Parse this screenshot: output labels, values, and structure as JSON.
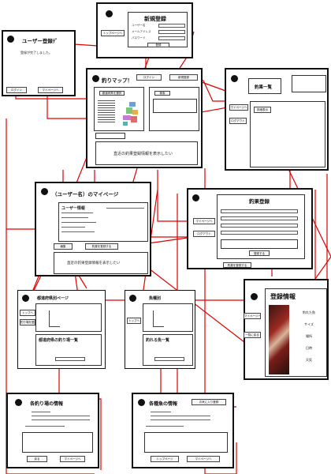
{
  "colors": {
    "wire": "#e00000",
    "frame": "#111111"
  },
  "register": {
    "title": "新規登録",
    "side_button": "トップページへ",
    "fields": [
      "ユーザー名",
      "メールアドレス",
      "パスワード"
    ],
    "submit": "登録"
  },
  "login": {
    "title": "ユーザー登録ﾃﾞ",
    "message": "登録が完了しました。",
    "btn_left": "ログイン",
    "btn_right": "マイページへ"
  },
  "top": {
    "title": "釣りマップ！",
    "btn_a": "ログイン",
    "btn_b": "新規登録",
    "sub_a": "都道府県を選択",
    "sub_b": "検索",
    "banner": "直近の釣果登録情報を表示したい"
  },
  "catchlist": {
    "title": "釣果一覧",
    "btn_a": "マイページへ",
    "btn_b": "ログアウト",
    "btn_c": "詳細表示"
  },
  "mypage": {
    "title": "（ユーザー名）のマイページ",
    "user_label": "ユーザー情報",
    "btn_a": "編集",
    "btn_b": "釣果を登録する",
    "banner": "直近の釣果登録情報を表示したい"
  },
  "catchreg": {
    "title": "釣果登録",
    "side_a": "マイページへ",
    "side_b": "ログアウト",
    "btn": "登録する",
    "foot": "釣果を登録する"
  },
  "detail": {
    "title": "登録情報",
    "side_a": "マイページへ",
    "side_b": "一覧に戻る",
    "items": [
      "釣れた魚",
      "サイズ",
      "場所",
      "日時",
      "天気"
    ]
  },
  "pref": {
    "title": "都道府県別ページ",
    "list_title": "都道府県の釣り場一覧",
    "side_a": "トップへ",
    "side_b": "釣り場を登録"
  },
  "fishpage": {
    "title": "魚種別",
    "list_title": "釣れる魚一覧",
    "side_a": "トップへ"
  },
  "spotinfo": {
    "title": "各釣り場の情報",
    "btn_a": "戻る",
    "btn_b": "マイページへ"
  },
  "fishinfo": {
    "title": "各種魚の情報",
    "top_btn": "お気に入り登録",
    "btn_a": "トップページ",
    "btn_b": "マイページへ"
  }
}
